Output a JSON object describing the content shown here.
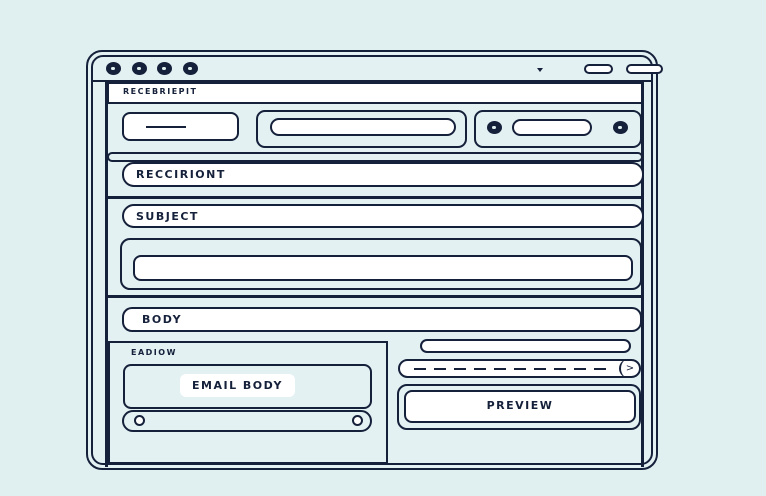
{
  "address_bar": {
    "text": "RECEBRIEPIT"
  },
  "fields": {
    "recipient": "RECCIRIONT",
    "subject": "SUBJECT",
    "body": "BODY"
  },
  "bottom_left": {
    "label": "EADIOW",
    "chip": "EMAIL BODY"
  },
  "preview_button": "PREVIEW",
  "colors": {
    "background": "#e0f0f0",
    "stroke": "#15203a"
  }
}
